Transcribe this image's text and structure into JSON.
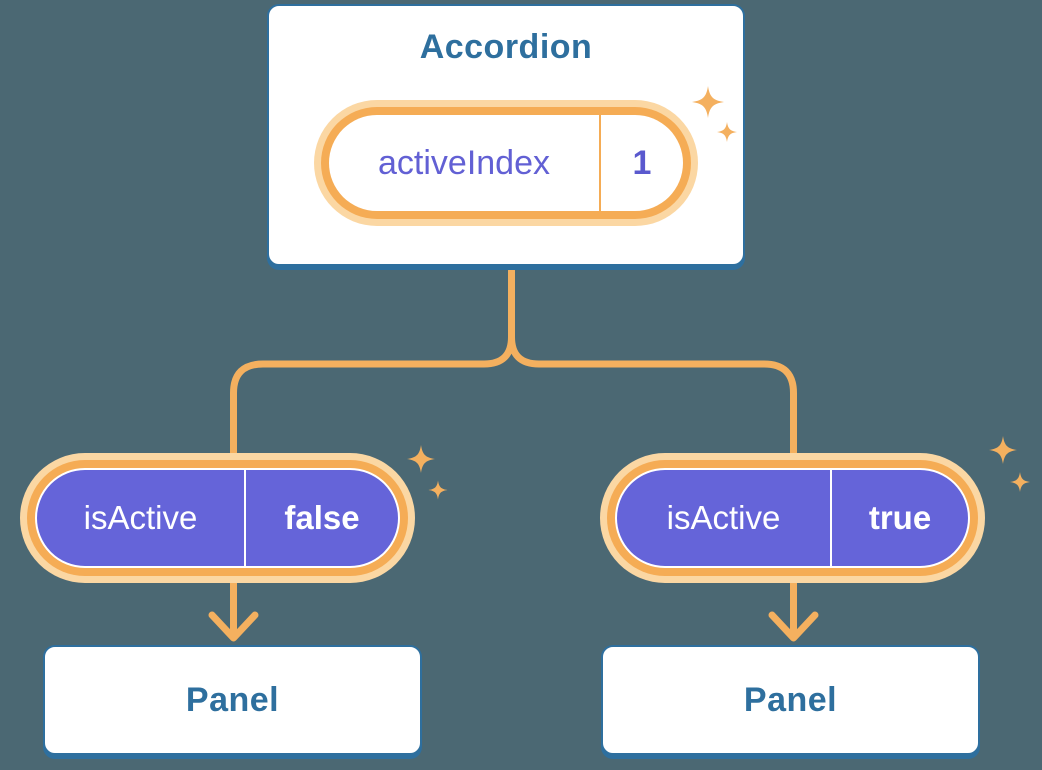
{
  "colors": {
    "background": "#4b6873",
    "card_border_blue": "#2e6f9e",
    "connector_orange": "#f4b05f",
    "pill_ring_orange": "#f5ac55",
    "pill_halo_cream": "#fbd7a3",
    "prop_pill_purple": "#6564d9",
    "state_text_purple": "#6260d4",
    "state_value_purple": "#5a59ce",
    "card_background": "#ffffff",
    "prop_text": "#ffffff"
  },
  "icons": {
    "sparkle": "✦",
    "arrow_down": "↓"
  },
  "accordion": {
    "title": "Accordion",
    "state": {
      "label": "activeIndex",
      "value": "1"
    }
  },
  "branches": [
    {
      "prop": {
        "label": "isActive",
        "value": "false"
      },
      "panel": {
        "title": "Panel"
      }
    },
    {
      "prop": {
        "label": "isActive",
        "value": "true"
      },
      "panel": {
        "title": "Panel"
      }
    }
  ]
}
